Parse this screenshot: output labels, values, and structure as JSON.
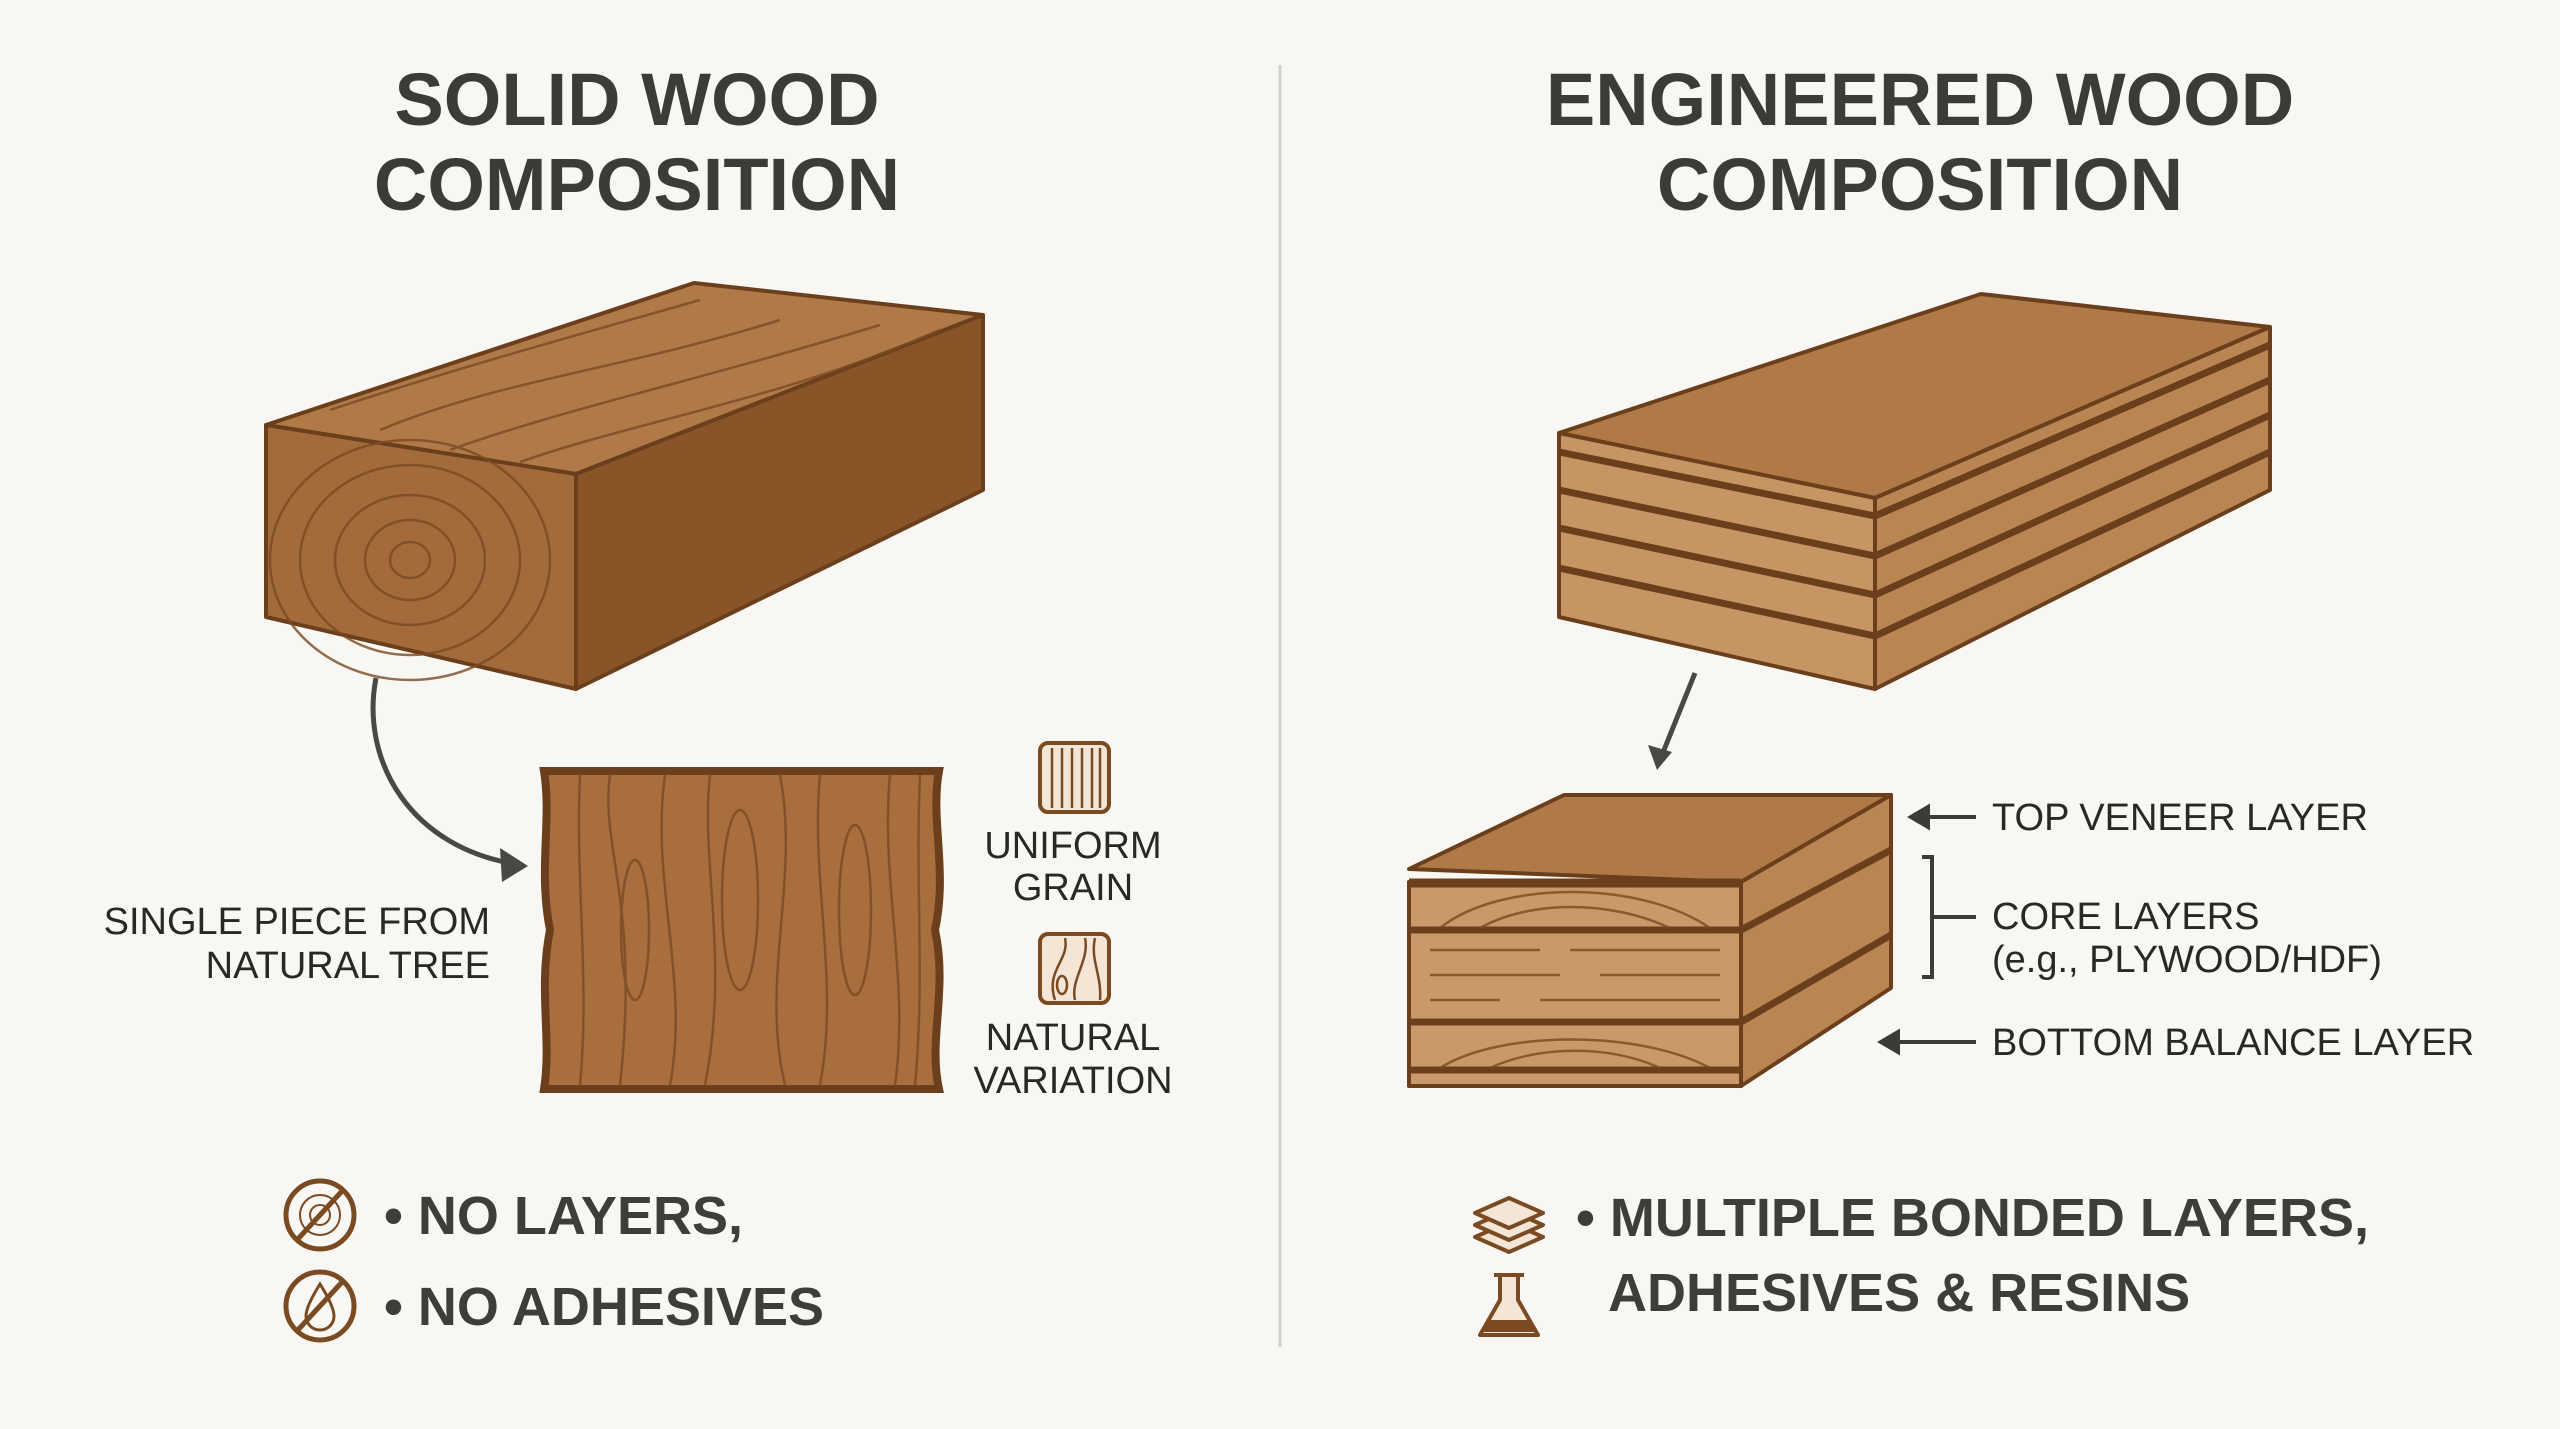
{
  "left": {
    "title_line1": "SOLID WOOD",
    "title_line2": "COMPOSITION",
    "plank_label_line1": "SINGLE PIECE FROM",
    "plank_label_line2": "NATURAL TREE",
    "feature1_line1": "UNIFORM",
    "feature1_line2": "GRAIN",
    "feature2_line1": "NATURAL",
    "feature2_line2": "VARIATION",
    "bullet1": "• NO LAYERS,",
    "bullet2": "• NO ADHESIVES"
  },
  "right": {
    "title_line1": "ENGINEERED WOOD",
    "title_line2": "COMPOSITION",
    "top_label": "TOP VENEER LAYER",
    "core_label_line1": "CORE LAYERS",
    "core_label_line2": "(e.g., PLYWOOD/HDF)",
    "bottom_label": "BOTTOM BALANCE LAYER",
    "bullet_line1": "• MULTIPLE BONDED LAYERS,",
    "bullet_line2": "ADHESIVES & RESINS"
  },
  "colors": {
    "background": "#f8f7f3",
    "wood_top": "#b07a48",
    "wood_front": "#9c6436",
    "wood_side": "#8a5429",
    "outline": "#6b3f1c",
    "text": "#3d3b38"
  }
}
